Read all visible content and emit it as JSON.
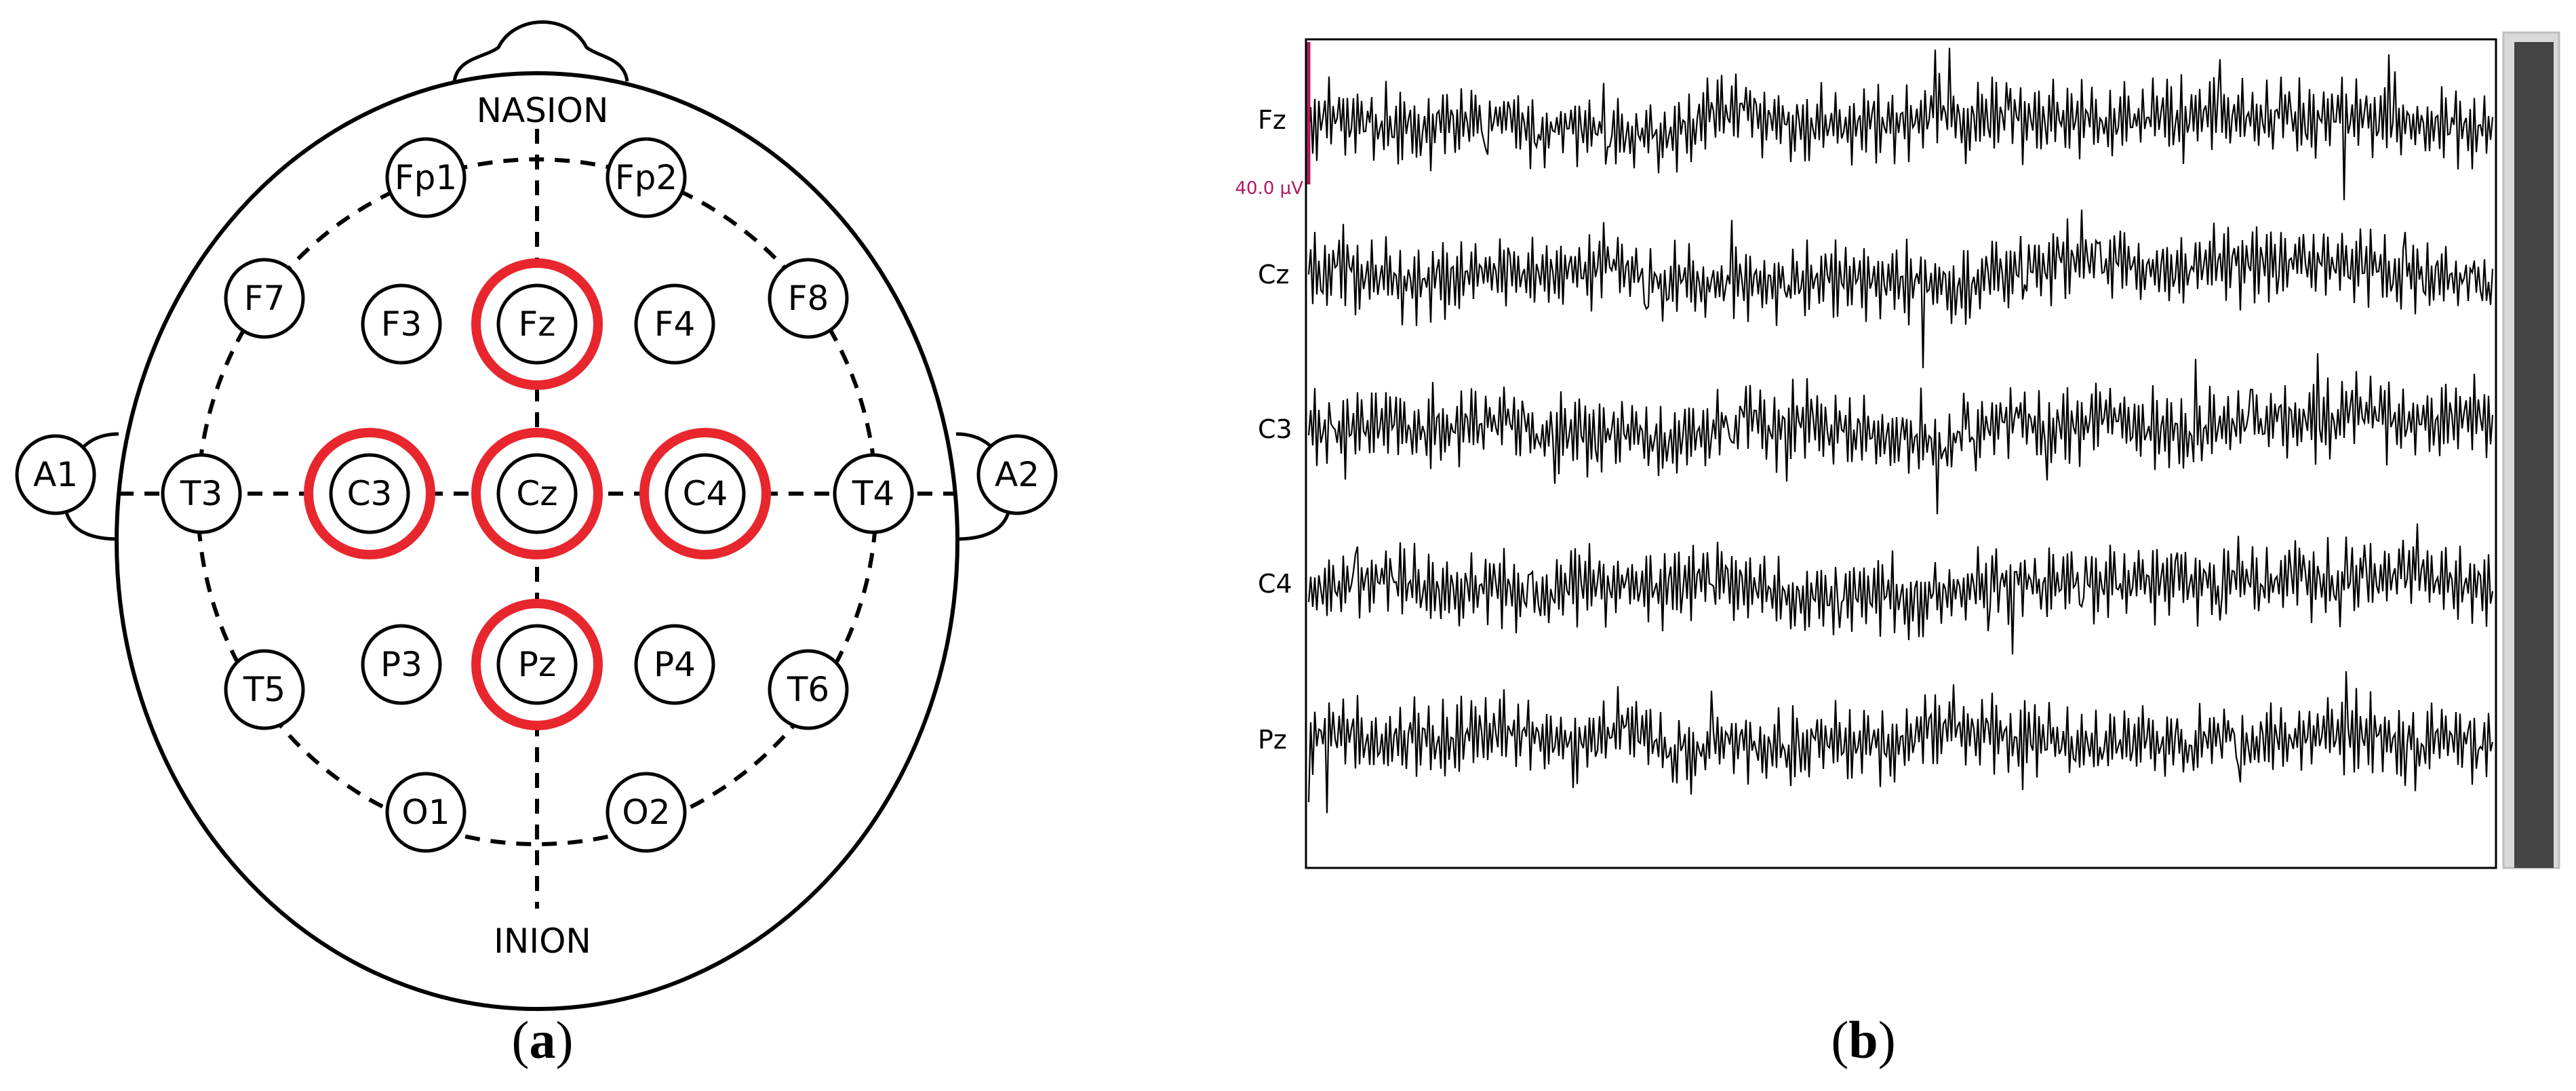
{
  "panel_a": {
    "caption_letter": "a",
    "landmarks": {
      "nasion": "NASION",
      "inion": "INION"
    },
    "highlight_color": "#e8262d",
    "electrodes": [
      {
        "label": "Fp1",
        "highlighted": false
      },
      {
        "label": "Fp2",
        "highlighted": false
      },
      {
        "label": "F7",
        "highlighted": false
      },
      {
        "label": "F3",
        "highlighted": false
      },
      {
        "label": "Fz",
        "highlighted": true
      },
      {
        "label": "F4",
        "highlighted": false
      },
      {
        "label": "F8",
        "highlighted": false
      },
      {
        "label": "A1",
        "highlighted": false
      },
      {
        "label": "T3",
        "highlighted": false
      },
      {
        "label": "C3",
        "highlighted": true
      },
      {
        "label": "Cz",
        "highlighted": true
      },
      {
        "label": "C4",
        "highlighted": true
      },
      {
        "label": "T4",
        "highlighted": false
      },
      {
        "label": "A2",
        "highlighted": false
      },
      {
        "label": "T5",
        "highlighted": false
      },
      {
        "label": "P3",
        "highlighted": false
      },
      {
        "label": "Pz",
        "highlighted": true
      },
      {
        "label": "P4",
        "highlighted": false
      },
      {
        "label": "T6",
        "highlighted": false
      },
      {
        "label": "O1",
        "highlighted": false
      },
      {
        "label": "O2",
        "highlighted": false
      }
    ]
  },
  "panel_b": {
    "caption_letter": "b",
    "scale_label": "40.0 µV",
    "scale_color": "#b0185e",
    "channels": [
      "Fz",
      "Cz",
      "C3",
      "C4",
      "Pz"
    ],
    "scrollbar_color": "#444444"
  }
}
